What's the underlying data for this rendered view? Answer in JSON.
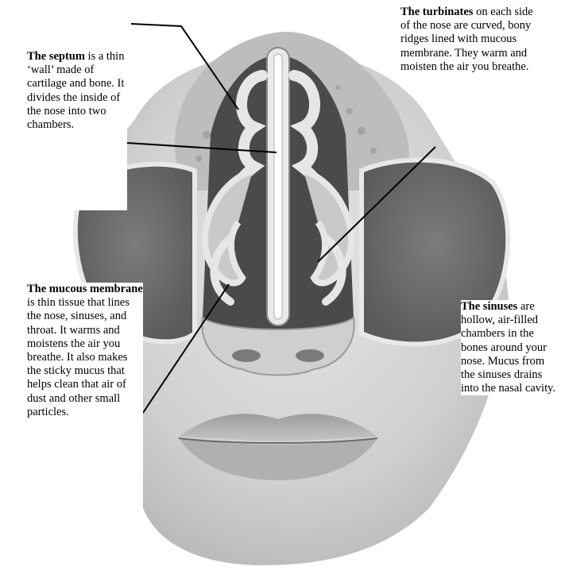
{
  "labels": {
    "septum": {
      "term": "The septum",
      "desc": " is a thin ‘wall’ made of cartilage and bone. It divides the inside of the nose into two chambers."
    },
    "turbinates": {
      "term": "The turbinates",
      "desc": " on each side of the nose are curved, bony ridges lined with mucous membrane. They warm and moisten the air you breathe."
    },
    "mucous": {
      "term": "The mucous membrane",
      "desc": " is thin tissue that lines the nose, sinuses, and throat. It warms and moistens the air you breathe. It also makes the sticky mucus that helps clean that air of dust and other small particles."
    },
    "sinuses": {
      "term": "The sinuses",
      "desc": " are hollow, air-filled chambers in the bones around your nose. Mucus from the sinuses drains into the nasal cavity."
    }
  },
  "colors": {
    "face": "#d6d6d6",
    "sinus": "#6f6f6f",
    "bone": "#a8a8a8",
    "membrane": "#efefef",
    "cavity": "#444444",
    "line": "#000000"
  }
}
